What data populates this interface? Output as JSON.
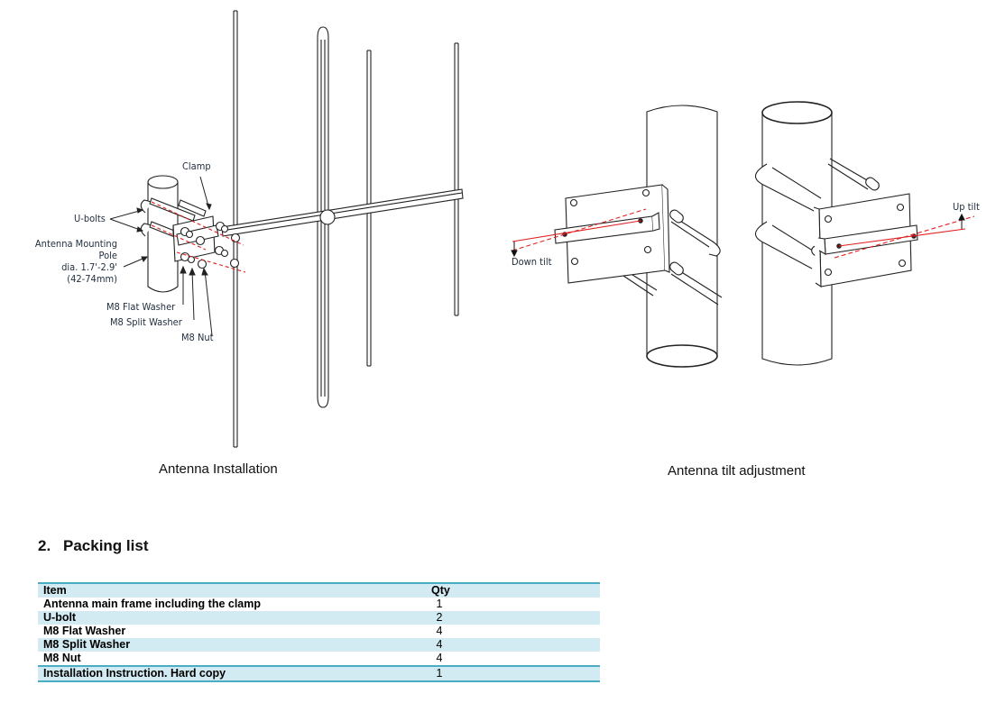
{
  "figure_left": {
    "caption": "Antenna Installation",
    "labels": {
      "clamp": "Clamp",
      "u_bolts": "U-bolts",
      "pole_line1": "Antenna Mounting",
      "pole_line2": "Pole",
      "pole_line3": "dia.  1.7'-2.9'",
      "pole_line4": "(42-74mm)",
      "flat_washer": "M8 Flat Washer",
      "split_washer": "M8 Split Washer",
      "nut": "M8 Nut"
    }
  },
  "figure_right": {
    "caption": "Antenna tilt adjustment",
    "labels": {
      "down_tilt": "Down tilt",
      "up_tilt": "Up tilt"
    }
  },
  "section": {
    "number": "2.",
    "title": "Packing list"
  },
  "packing_table": {
    "headers": [
      "Item",
      "Qty"
    ],
    "rows": [
      {
        "item": "Antenna main frame including the clamp",
        "qty": "1"
      },
      {
        "item": "U-bolt",
        "qty": "2"
      },
      {
        "item": "M8 Flat Washer",
        "qty": "4"
      },
      {
        "item": "M8 Split Washer",
        "qty": "4"
      },
      {
        "item": "M8 Nut",
        "qty": "4"
      },
      {
        "item": "Installation Instruction. Hard copy",
        "qty": "1"
      }
    ]
  },
  "colors": {
    "accent_line": "#4bacc6",
    "row_shade": "#d2eaf1",
    "axis_red": "#e02020"
  }
}
